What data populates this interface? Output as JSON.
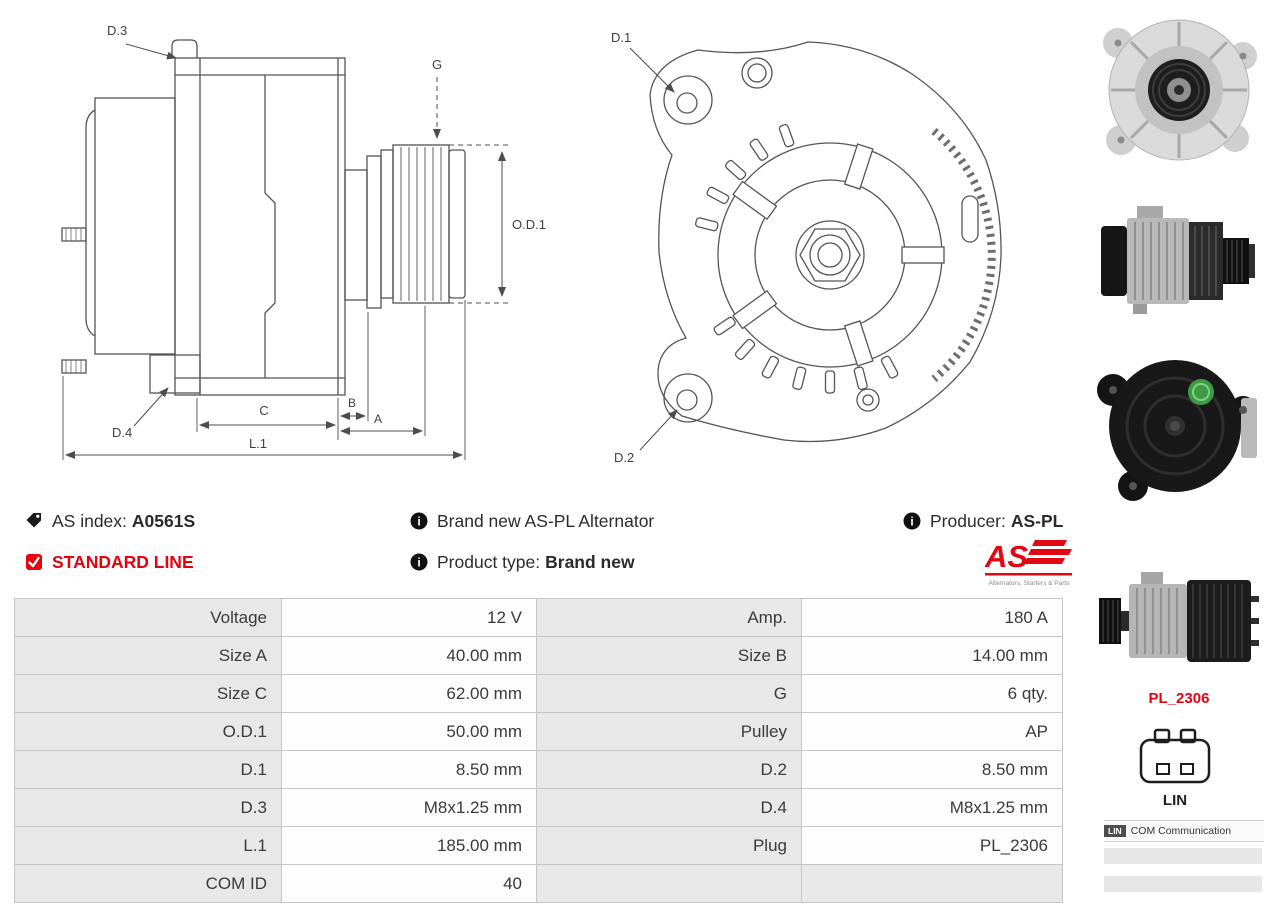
{
  "colors": {
    "red": "#e8000d",
    "line": "#555555",
    "table_label_bg": "#e8e8e8",
    "table_border": "#c6c6c6"
  },
  "side_view": {
    "labels": {
      "d3": "D.3",
      "g": "G",
      "od1": "O.D.1",
      "d4": "D.4",
      "c": "C",
      "b": "B",
      "a": "A",
      "l1": "L.1"
    }
  },
  "front_view": {
    "labels": {
      "d1": "D.1",
      "d2": "D.2"
    }
  },
  "info": {
    "as_index_label": "AS index:",
    "as_index_value": "A0561S",
    "standard_line_label": "STANDARD LINE",
    "brand_new_text": "Brand new AS-PL Alternator",
    "product_type_label": "Product type:",
    "product_type_value": "Brand new",
    "producer_label": "Producer:",
    "producer_value": "AS-PL",
    "logo_text": "AS",
    "logo_subtext": "Alternators, Starters & Parts"
  },
  "spec_table": {
    "rows": [
      {
        "label1": "Voltage",
        "value1": "12 V",
        "label2": "Amp.",
        "value2": "180 A"
      },
      {
        "label1": "Size A",
        "value1": "40.00 mm",
        "label2": "Size B",
        "value2": "14.00 mm"
      },
      {
        "label1": "Size C",
        "value1": "62.00 mm",
        "label2": "G",
        "value2": "6 qty."
      },
      {
        "label1": "O.D.1",
        "value1": "50.00 mm",
        "label2": "Pulley",
        "value2": "AP"
      },
      {
        "label1": "D.1",
        "value1": "8.50 mm",
        "label2": "D.2",
        "value2": "8.50 mm"
      },
      {
        "label1": "D.3",
        "value1": "M8x1.25 mm",
        "label2": "D.4",
        "value2": "M8x1.25 mm"
      },
      {
        "label1": "L.1",
        "value1": "185.00 mm",
        "label2": "Plug",
        "value2": "PL_2306"
      },
      {
        "label1": "COM ID",
        "value1": "40",
        "label2": "",
        "value2": ""
      }
    ]
  },
  "right_column": {
    "plug_code": "PL_2306",
    "plug_type_label": "LIN",
    "com_badge_tag": "LIN",
    "com_badge_text": "COM Communication"
  }
}
